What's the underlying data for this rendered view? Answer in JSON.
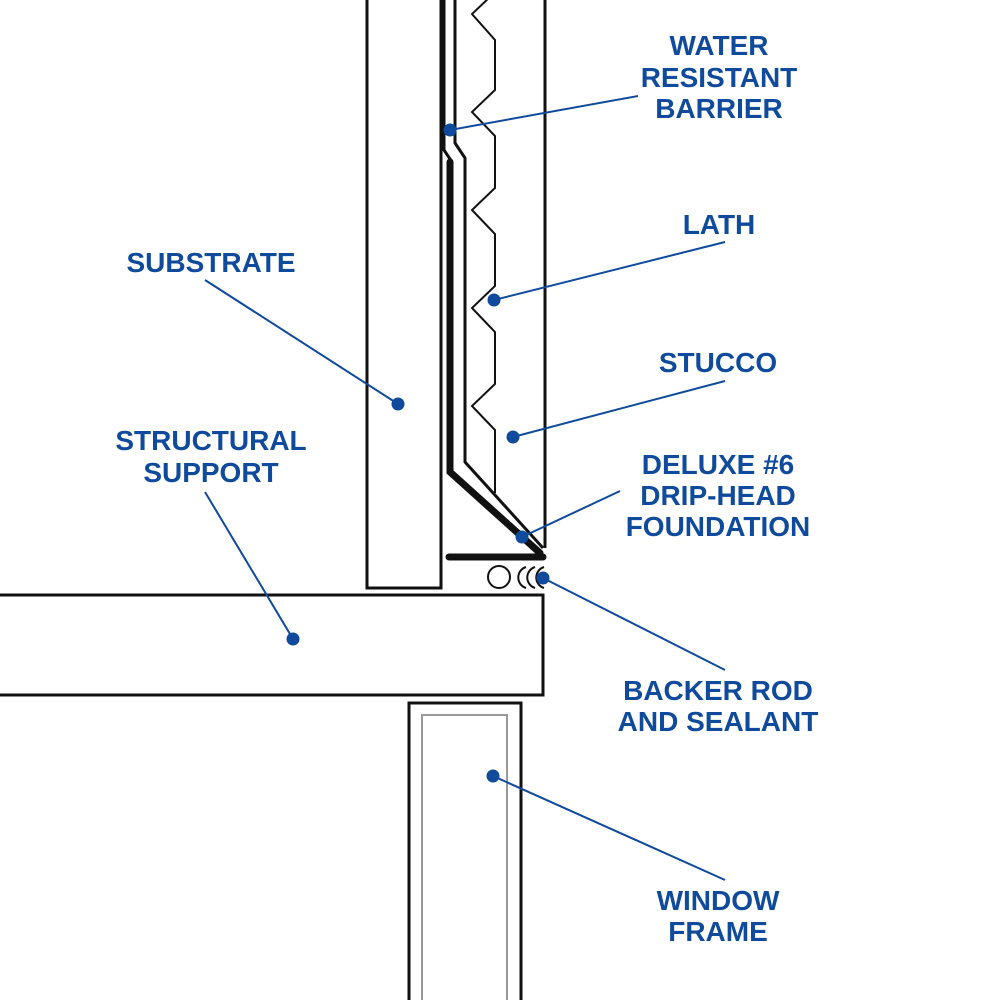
{
  "colors": {
    "label": "#0f4a9c",
    "line": "#111111",
    "hatch": "#d9d9d9"
  },
  "labels": {
    "water_resistant_barrier": [
      "WATER",
      "RESISTANT",
      "BARRIER"
    ],
    "lath": [
      "LATH"
    ],
    "substrate": [
      "SUBSTRATE"
    ],
    "stucco": [
      "STUCCO"
    ],
    "structural_support": [
      "STRUCTURAL",
      "SUPPORT"
    ],
    "drip_head": [
      "DELUXE #6",
      "DRIP-HEAD",
      "FOUNDATION"
    ],
    "backer_rod": [
      "BACKER ROD",
      "AND SEALANT"
    ],
    "window_frame": [
      "WINDOW",
      "FRAME"
    ]
  }
}
